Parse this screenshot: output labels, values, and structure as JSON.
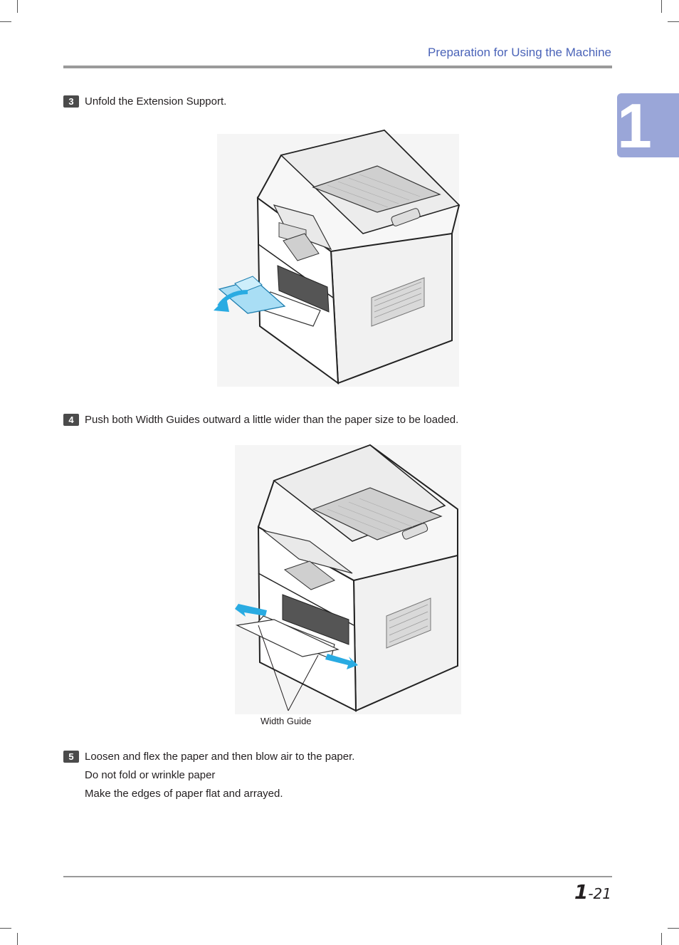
{
  "header": {
    "title": "Preparation for Using the Machine"
  },
  "chapter_tab": {
    "number": "1"
  },
  "steps": [
    {
      "number": "3",
      "text": "Unfold the Extension Support."
    },
    {
      "number": "4",
      "text": "Push both Width Guides outward a little wider than the paper size to be loaded."
    },
    {
      "number": "5",
      "text": "Loosen and flex the paper and then blow air to the paper.",
      "sublines": [
        "Do not fold or wrinkle paper",
        "Make the edges of paper flat and arrayed."
      ]
    }
  ],
  "figure2": {
    "label": "Width Guide"
  },
  "footer": {
    "chapter": "1",
    "separator": "-",
    "page": "21"
  },
  "colors": {
    "accent": "#4a63b8",
    "tab": "#9aa6d8",
    "arrow": "#29abe2"
  }
}
